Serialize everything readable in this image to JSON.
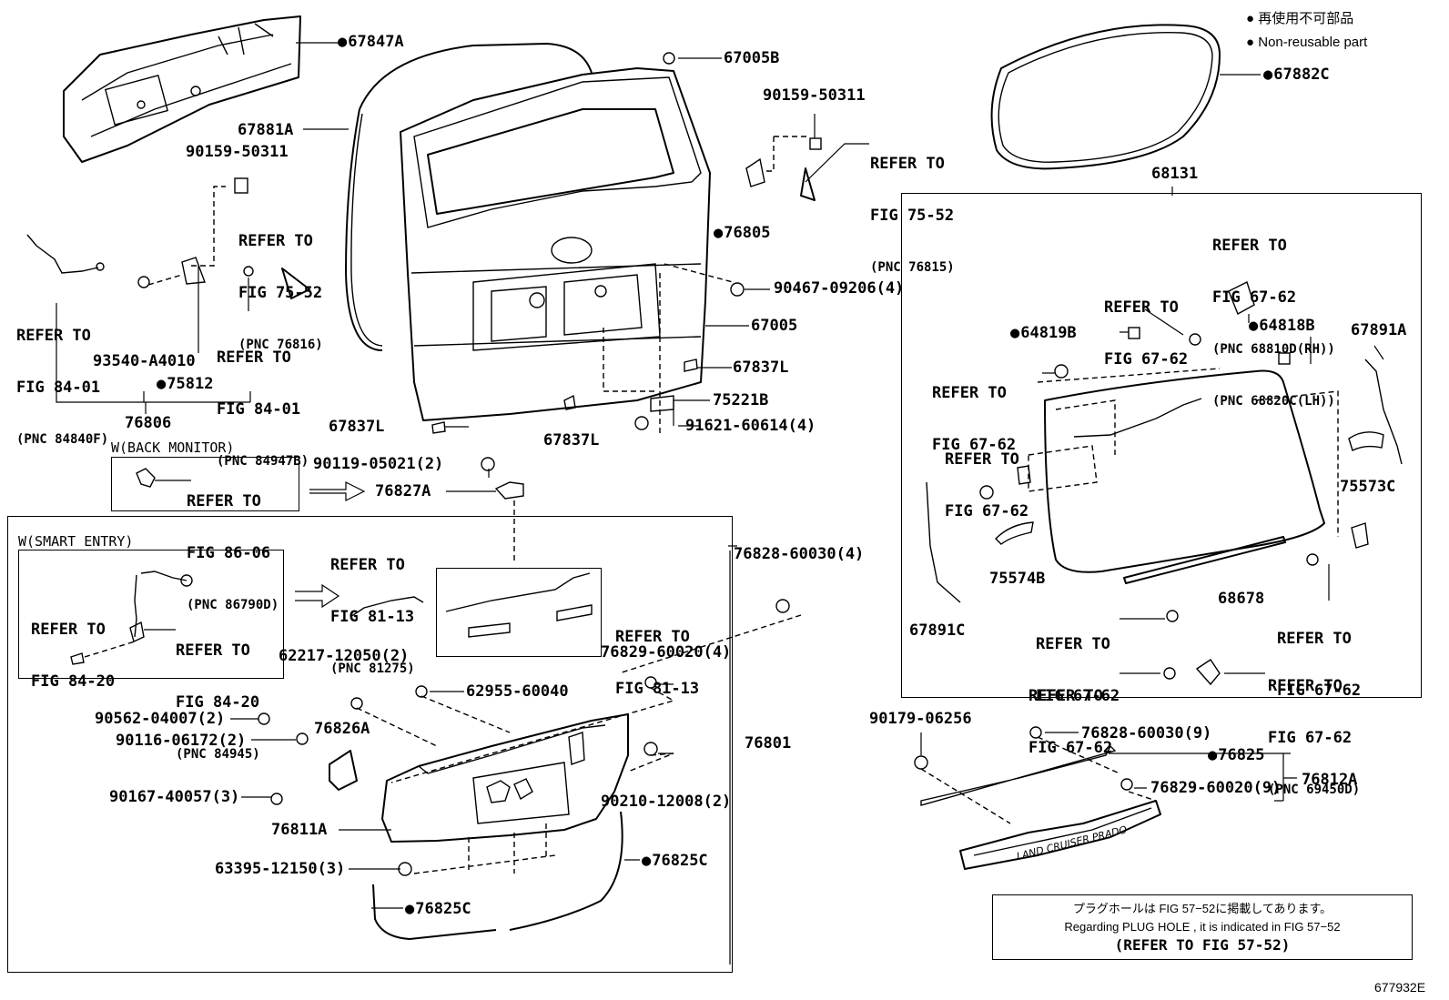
{
  "legend": {
    "ja": "再使用不可部品",
    "en": "Non-reusable part"
  },
  "labels": {
    "p67847A": "67847A",
    "p67005B": "67005B",
    "p90159_top_center": "90159-50311",
    "p67881A": "67881A",
    "p90159_left": "90159-50311",
    "p76805": "76805",
    "p90467": "90467-09206(4)",
    "p67005": "67005",
    "p93540": "93540-A4010",
    "p75812": "75812",
    "p76806": "76806",
    "p67837L_right": "67837L",
    "p75221B": "75221B",
    "p91621": "91621-60614(4)",
    "p67837L_left": "67837L",
    "p67837L_bottom": "67837L",
    "p90119": "90119-05021(2)",
    "p76827A": "76827A",
    "p76828_top": "76828-60030(4)",
    "p62217": "62217-12050(2)",
    "p76829_top": "76829-60020(4)",
    "p62955": "62955-60040",
    "p90562": "90562-04007(2)",
    "p76826A": "76826A",
    "p90116": "90116-06172(2)",
    "p76801": "76801",
    "p90167": "90167-40057(3)",
    "p90210": "90210-12008(2)",
    "p76811A": "76811A",
    "p63395": "63395-12150(3)",
    "p76825C_right": "76825C",
    "p76825C_left": "76825C",
    "p67882C": "67882C",
    "p68131": "68131",
    "p64819B": "64819B",
    "p64818B": "64818B",
    "p67891A": "67891A",
    "p75573C": "75573C",
    "p75574B": "75574B",
    "p68678": "68678",
    "p67891C": "67891C",
    "p90179": "90179-06256",
    "p76828_bottom": "76828-60030(9)",
    "p76825": "76825",
    "p76829_bottom": "76829-60020(9)",
    "p76812A": "76812A",
    "fig_code": "677932E"
  },
  "refs": {
    "r75_52_a": {
      "l1": "REFER TO",
      "l2": "FIG 75-52",
      "pnc": "(PNC 76816)"
    },
    "r84_01_a": {
      "l1": "REFER TO",
      "l2": "FIG 84-01",
      "pnc": "(PNC 84840F)"
    },
    "r84_01_b": {
      "l1": "REFER TO",
      "l2": "FIG 84-01",
      "pnc": "(PNC 84947B)"
    },
    "r75_52_b": {
      "l1": "REFER TO",
      "l2": "FIG 75-52",
      "pnc": "(PNC 76815)"
    },
    "r86_06": {
      "l1": "REFER TO",
      "l2": "FIG 86-06",
      "pnc": "(PNC 86790D)"
    },
    "r81_13_a": {
      "l1": "REFER TO",
      "l2": "FIG 81-13",
      "pnc": "(PNC 81275)"
    },
    "r81_13_b": {
      "l1": "REFER TO",
      "l2": "FIG 81-13"
    },
    "r84_20_a": {
      "l1": "REFER TO",
      "l2": "FIG 84-20"
    },
    "r84_20_b": {
      "l1": "REFER TO",
      "l2": "FIG 84-20",
      "pnc": "(PNC 84945)"
    },
    "r67_62_rh": {
      "l1": "REFER TO",
      "l2": "FIG 67-62",
      "pnc": "(PNC 68810D(RH))",
      "pnc2": "(PNC 68820C(LH))"
    },
    "r67_62_b": {
      "l1": "REFER TO",
      "l2": "FIG 67-62"
    },
    "r67_62_c": {
      "l1": "REFER TO",
      "l2": "FIG 67-62"
    },
    "r67_62_d": {
      "l1": "REFER TO",
      "l2": "FIG 67-62"
    },
    "r67_62_e": {
      "l1": "REFER TO",
      "l2": "FIG 67-62"
    },
    "r67_62_f": {
      "l1": "REFER TO",
      "l2": "FIG 67-62"
    },
    "r67_62_g": {
      "l1": "REFER TO",
      "l2": "FIG 67-62"
    },
    "r67_62_h": {
      "l1": "REFER TO",
      "l2": "FIG 67-62",
      "pnc": "(PNC 69450D)"
    }
  },
  "groups": {
    "back_monitor": "W(BACK MONITOR)",
    "smart_entry": "W(SMART ENTRY)"
  },
  "note": {
    "ja": "プラグホールは FIG 57−52に掲載してあります。",
    "en": "Regarding PLUG HOLE , it is indicated in FIG 57−52",
    "ref": "(REFER TO FIG 57-52)"
  },
  "emblem_text": "LAND CRUISER PRADO",
  "colors": {
    "ink": "#000000",
    "paper": "#ffffff"
  },
  "icons": [
    "non-reusable-dot-icon",
    "arrow-right-icon"
  ]
}
